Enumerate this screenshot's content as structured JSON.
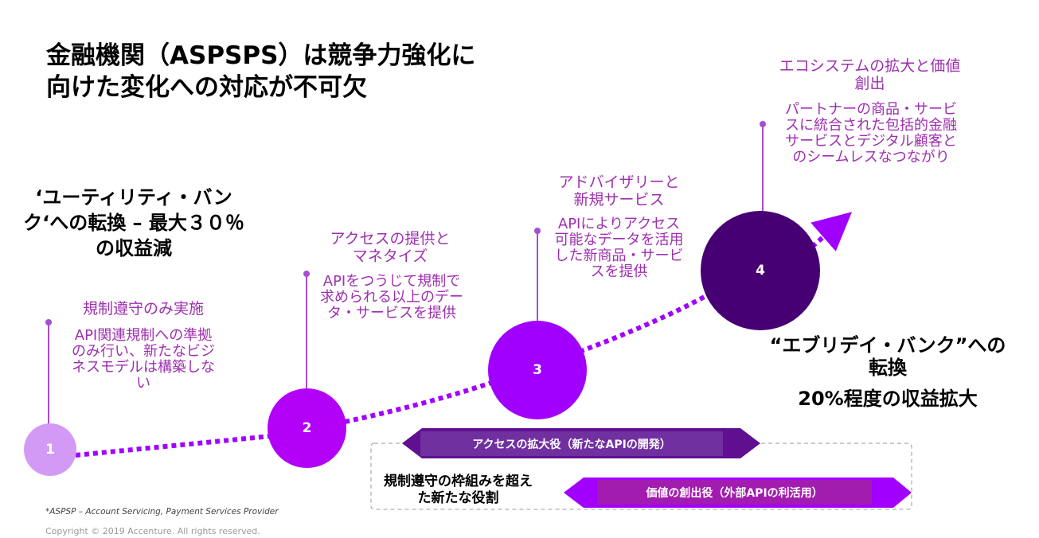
{
  "title": "金融機関（ASPSPS）は競争力強化に向けた変化への対応が不可欠",
  "left_outcome": "‘ユーティリティ・バンク‘への転換 – 最大３０％の収益減",
  "right_outcome": {
    "line1": "“エブリデイ・バンク”への転換",
    "line2": "20%程度の収益拡大"
  },
  "steps": [
    {
      "number": "1",
      "heading": "規制遵守のみ実施",
      "body": "API関連規制への準拠のみ行い、新たなビジネスモデルは構築しない",
      "color": "#d39af5"
    },
    {
      "number": "2",
      "heading": "アクセスの提供とマネタイズ",
      "body": "APIをつうじて規制で求められる以上のデータ・サービスを提供",
      "color": "#b300f7"
    },
    {
      "number": "3",
      "heading": "アドバイザリーと新規サービス",
      "body": "APIによりアクセス可能なデータを活用した新商品・サービスを提供",
      "color": "#a100ff"
    },
    {
      "number": "4",
      "heading": "エコシステムの拡大と価値創出",
      "body": "パートナーの商品・サービスに統合された包括的金融サービスとデジタル顧客とのシームレスなつながり",
      "color": "#460073"
    }
  ],
  "roles": {
    "box_label": "規制遵守の枠組みを超えた新たな役割",
    "arrow1": "アクセスの拡大役（新たなAPIの開発）",
    "arrow2": "価値の創出役（外部APIの利活用）"
  },
  "footnote": "*ASPSP – Account Servicing, Payment Services Provider",
  "copyright": "Copyright © 2019 Accenture. All rights reserved."
}
